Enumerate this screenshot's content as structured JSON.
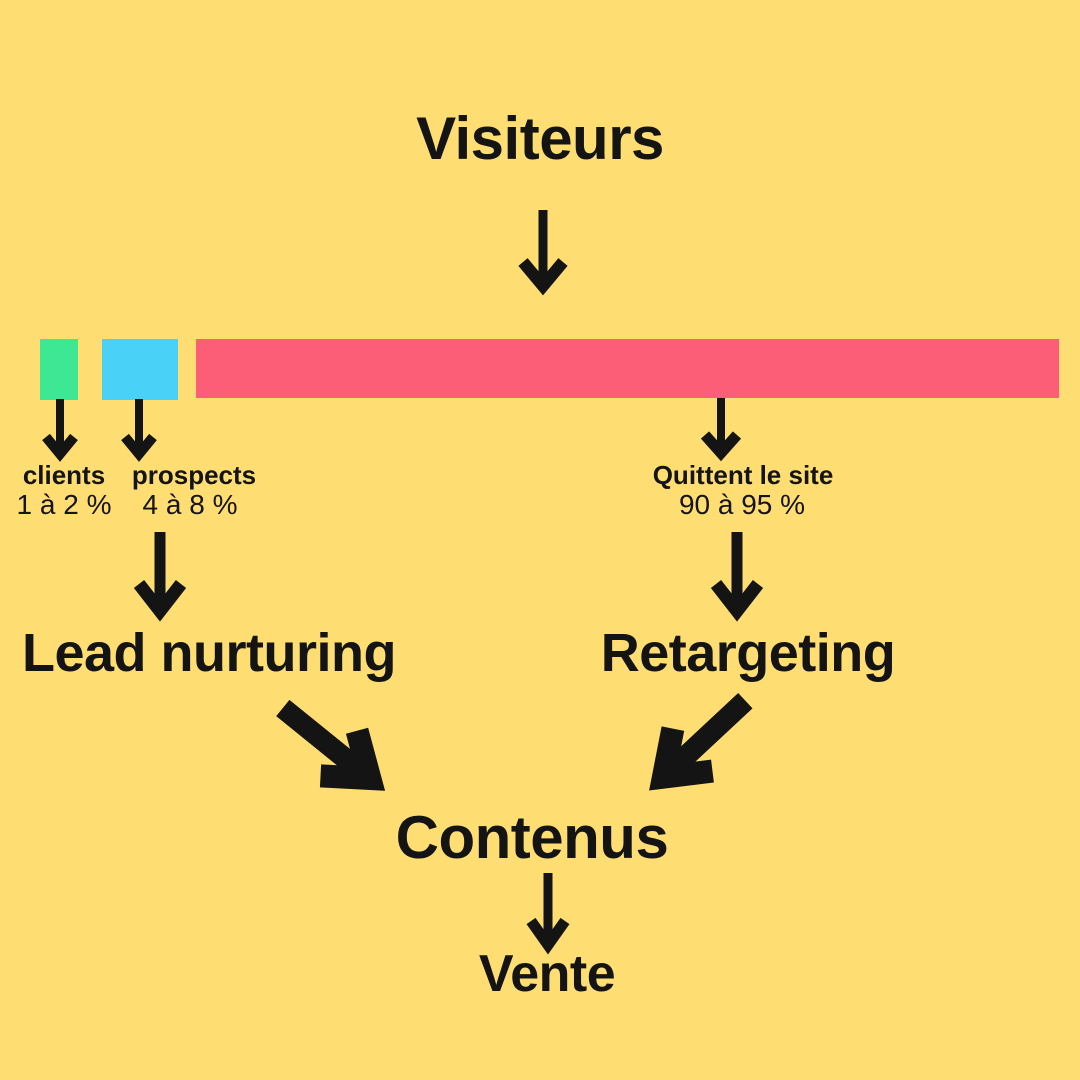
{
  "palette": {
    "background": "#FEDE73",
    "clients-green": "#3EE794",
    "prospects-blue": "#4AD1F7",
    "exit-pink": "#FC5E78",
    "text-black": "#141414"
  },
  "title": "Visiteurs",
  "bar": {
    "segments": {
      "clients": {
        "label": "clients",
        "value": "1 à 2 %"
      },
      "prospects": {
        "label": "prospects",
        "value": "4 à 8 %"
      },
      "exit": {
        "label": "Quittent le site",
        "value": "90 à 95 %"
      }
    }
  },
  "strategies": {
    "lead_nurturing": "Lead nurturing",
    "retargeting": "Retargeting"
  },
  "outcomes": {
    "contenus": "Contenus",
    "vente": "Vente"
  },
  "icons": {
    "arrow_down": "↓",
    "arrow_down_right": "↘",
    "arrow_down_left": "↙"
  }
}
